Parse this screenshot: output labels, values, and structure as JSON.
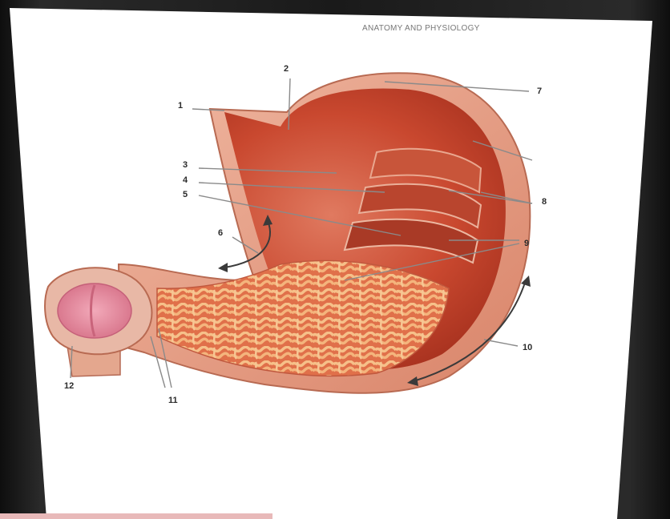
{
  "header": {
    "title": "ANATOMY AND PHYSIOLOGY"
  },
  "labels": {
    "l1": "1",
    "l2": "2",
    "l3": "3",
    "l4": "4",
    "l5": "5",
    "l6": "6",
    "l7": "7",
    "l8": "8",
    "l9": "9",
    "l10": "10",
    "l11": "11",
    "l12": "12"
  },
  "colors": {
    "paper": "#ffffff",
    "frame": "#1b1b1b",
    "wall": "#e8a28a",
    "mucosa": "#d8593f",
    "fold": "#f3b37a",
    "pylorus": "#e58aa0",
    "leader": "#8a8a8a"
  }
}
